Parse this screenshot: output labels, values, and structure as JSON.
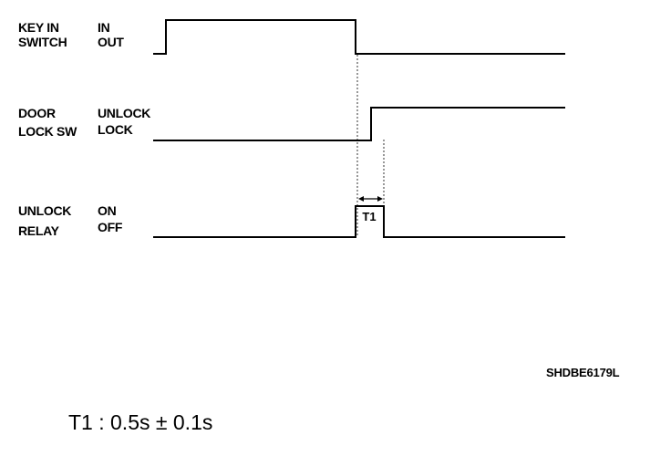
{
  "signals": [
    {
      "name_lines": [
        "KEY IN",
        "SWITCH"
      ],
      "state_lines": [
        "IN",
        "OUT"
      ]
    },
    {
      "name_lines": [
        "DOOR",
        "LOCK SW"
      ],
      "state_lines": [
        "UNLOCK",
        "LOCK"
      ]
    },
    {
      "name_lines": [
        "UNLOCK",
        "RELAY"
      ],
      "state_lines": [
        "ON",
        "OFF"
      ]
    }
  ],
  "timing_marker": "T1",
  "figure_code": "SHDBE6179L",
  "spec": {
    "symbol": "T1",
    "separator": ":",
    "value": "0.5s ± 0.1s"
  }
}
